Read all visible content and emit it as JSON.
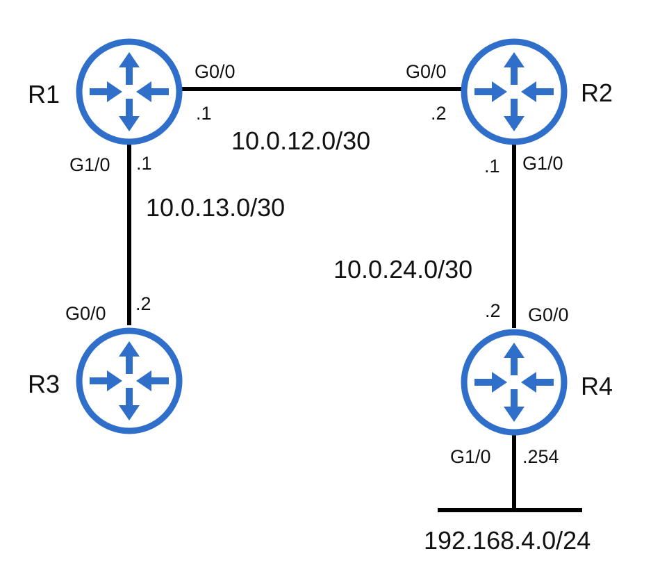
{
  "colors": {
    "router": "#2f6fca",
    "link": "#000000",
    "background": "#ffffff"
  },
  "icon": "router-icon",
  "routers": [
    {
      "id": "r1",
      "name": "R1"
    },
    {
      "id": "r2",
      "name": "R2"
    },
    {
      "id": "r3",
      "name": "R3"
    },
    {
      "id": "r4",
      "name": "R4"
    }
  ],
  "links": [
    {
      "id": "r1-r2",
      "network": "10.0.12.0/30",
      "a_iface": "G0/0",
      "a_ip": ".1",
      "b_iface": "G0/0",
      "b_ip": ".2"
    },
    {
      "id": "r1-r3",
      "network": "10.0.13.0/30",
      "a_iface": "G1/0",
      "a_ip": ".1",
      "b_iface": "G0/0",
      "b_ip": ".2"
    },
    {
      "id": "r2-r4",
      "network": "10.0.24.0/30",
      "a_iface": "G1/0",
      "a_ip": ".1",
      "b_iface": "G0/0",
      "b_ip": ".2"
    },
    {
      "id": "r4-lan",
      "network": "192.168.4.0/24",
      "a_iface": "G1/0",
      "a_ip": ".254"
    }
  ]
}
